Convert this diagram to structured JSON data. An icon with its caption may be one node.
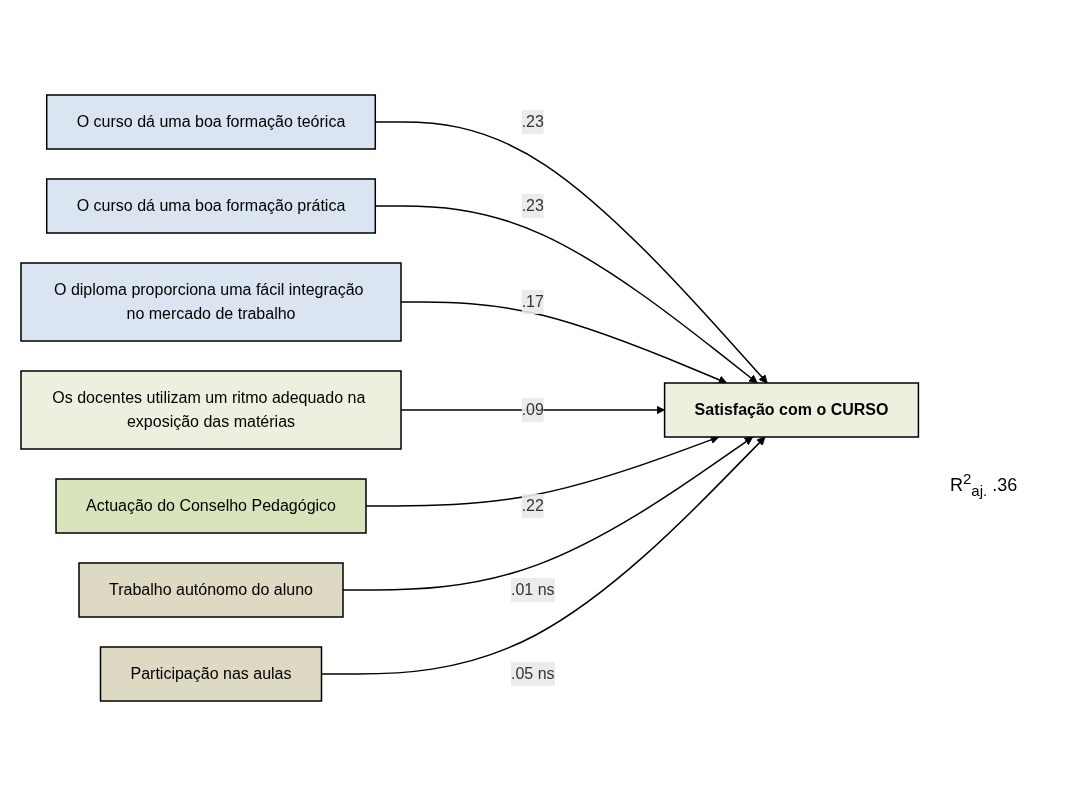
{
  "diagram": {
    "nodes": [
      {
        "text": [
          "O curso dá uma boa formação teórica"
        ]
      },
      {
        "text": [
          "O curso dá uma boa formação prática"
        ]
      },
      {
        "text": [
          "O diploma proporciona uma fácil integração no mercado de trabalho"
        ]
      },
      {
        "text": [
          "Os docentes utilizam um ritmo adequado na exposição das matérias"
        ]
      },
      {
        "text": [
          "Actuação do Conselho Pedagógico"
        ]
      },
      {
        "text": [
          "Trabalho autónomo do aluno"
        ]
      },
      {
        "text": [
          "Participação nas aulas"
        ]
      },
      {
        "text": [
          "Satisfação com o CURSO"
        ]
      }
    ],
    "edges": [
      {
        "from": 0,
        "to": 7,
        "arrow": "to",
        "label": ".23"
      },
      {
        "from": 1,
        "to": 7,
        "arrow": "to",
        "label": ".23"
      },
      {
        "from": 2,
        "to": 7,
        "arrow": "to",
        "label": ".17"
      },
      {
        "from": 3,
        "to": 7,
        "arrow": "to",
        "label": ".09"
      },
      {
        "from": 4,
        "to": 7,
        "arrow": "to",
        "label": ".22"
      },
      {
        "from": 5,
        "to": 7,
        "arrow": "to",
        "label": ".01 ns"
      },
      {
        "from": 6,
        "to": 7,
        "arrow": "to",
        "label": ".05 ns"
      }
    ],
    "labels": [
      "R$^{2}$$_{aj.}$ .36"
    ]
  }
}
